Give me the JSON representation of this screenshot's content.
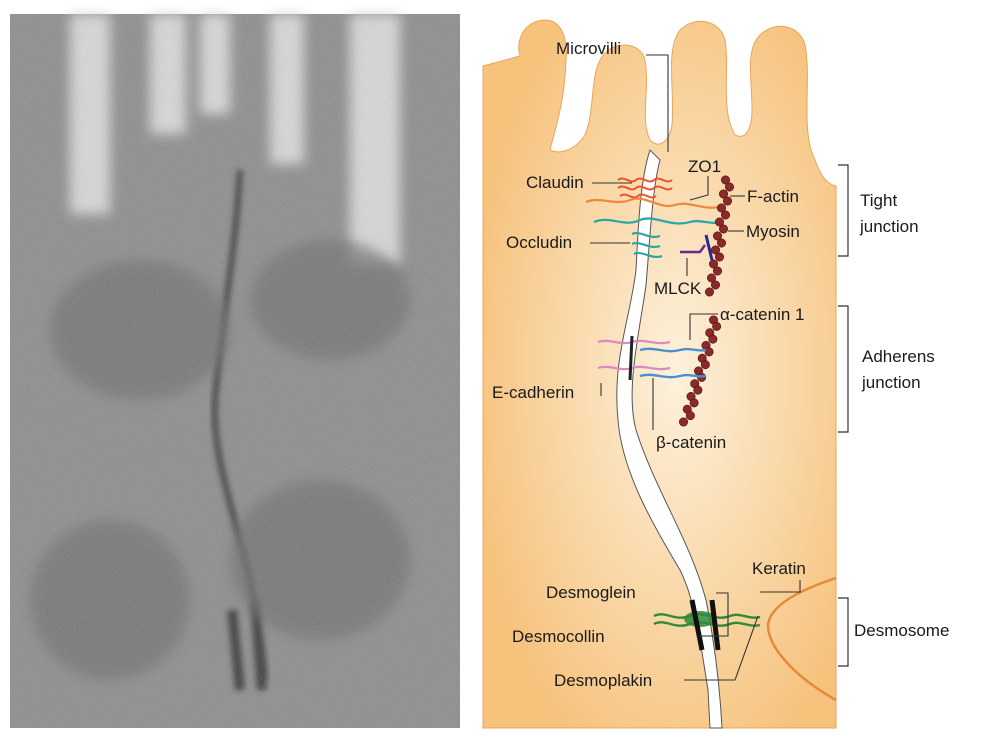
{
  "figure": {
    "micrograph": {
      "description_icon": "electron-micrograph-image"
    },
    "labels": {
      "microvilli": "Microvilli",
      "zo1": "ZO1",
      "claudin": "Claudin",
      "f_actin": "F-actin",
      "occludin": "Occludin",
      "myosin": "Myosin",
      "mlck": "MLCK",
      "alpha_catenin": "α-catenin 1",
      "e_cadherin": "E-cadherin",
      "beta_catenin": "β-catenin",
      "keratin": "Keratin",
      "desmoglein": "Desmoglein",
      "desmocollin": "Desmocollin",
      "desmoplakin": "Desmoplakin"
    },
    "brackets": {
      "tight_line1": "Tight",
      "tight_line2": "junction",
      "adherens_line1": "Adherens",
      "adherens_line2": "junction",
      "desmosome": "Desmosome"
    },
    "colors": {
      "cytoplasm": "#f7c98a",
      "cytoplasm_light": "#fdecd0",
      "claudin": "#e8552c",
      "zo1": "#f0883a",
      "occludin": "#2aa5a8",
      "actin": "#8a2a2a",
      "mlck": "#6a2a8a",
      "cadherin": "#d98ac0",
      "catenin": "#4a8fd0",
      "desmosome_green": "#2f8a3a",
      "keratin": "#e58a3a"
    }
  }
}
